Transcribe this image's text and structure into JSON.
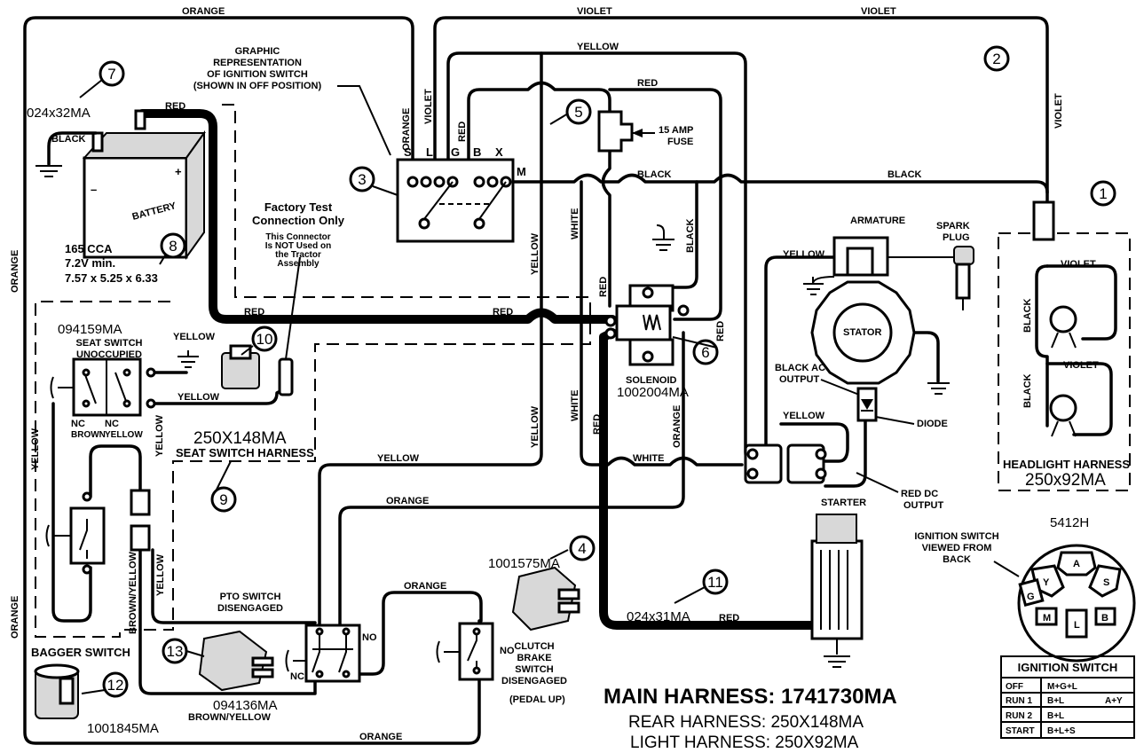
{
  "wires": {
    "orange_top": "ORANGE",
    "violet_top_1": "VIOLET",
    "violet_top_2": "VIOLET",
    "yellow_top": "YELLOW",
    "red_top": "RED",
    "black_mid": "BLACK",
    "black_right": "BLACK",
    "violet_right": "VIOLET",
    "orange_left": "ORANGE",
    "orange_left_low": "ORANGE",
    "red_battery": "RED",
    "red_main_1": "RED",
    "red_main_2": "RED",
    "orange_vert_switch": "ORANGE",
    "violet_vert_switch": "VIOLET",
    "red_vert_switch": "RED",
    "yellow_vert_1": "YELLOW",
    "white_vert_1": "WHITE",
    "red_vert_1": "RED",
    "black_vert_solenoid": "BLACK",
    "yellow_vert_2": "YELLOW",
    "white_vert_2": "WHITE",
    "red_vert_2": "RED",
    "orange_vert_2": "ORANGE",
    "red_vert_3": "RED",
    "white_bottom": "WHITE",
    "yellow_mid": "YELLOW",
    "orange_mid": "ORANGE",
    "orange_low": "ORANGE",
    "orange_bottom": "ORANGE",
    "yellow_seat": "YELLOW",
    "yellow_seat_2": "YELLOW",
    "yellow_left_vert": "YELLOW",
    "yellow_left_vert_2": "YELLOW",
    "brown_yellow_vert": "BROWN/YELLOW",
    "yellow_pto_vert": "YELLOW",
    "brown_yellow_bottom": "BROWN/YELLOW",
    "red_starter": "RED",
    "yellow_armature": "YELLOW",
    "yellow_stator": "YELLOW",
    "violet_headlight_1": "VIOLET",
    "violet_headlight_2": "VIOLET",
    "black_headlight_1": "BLACK",
    "black_headlight_2": "BLACK"
  },
  "callouts": [
    "1",
    "2",
    "3",
    "4",
    "5",
    "6",
    "7",
    "8",
    "9",
    "10",
    "11",
    "12",
    "13"
  ],
  "labels": {
    "graphic_rep": [
      "GRAPHIC",
      "REPRESENTATION",
      "OF IGNITION SWITCH",
      "(SHOWN IN OFF POSITION)"
    ],
    "switch_terms": [
      "S",
      "L",
      "G",
      "B",
      "X"
    ],
    "switch_m": "M",
    "fuse": [
      "15 AMP",
      "FUSE"
    ],
    "battery_pn": "024x32MA",
    "battery_text": "BATTERY",
    "battery_ground": "BLACK",
    "battery_specs": [
      "165 CCA",
      "7.2V min.",
      "7.57 x 5.25 x 6.33"
    ],
    "factory": [
      "Factory Test",
      "Connection Only"
    ],
    "factory_note": [
      "This Connector",
      "Is NOT Used on",
      "the Tractor",
      "Assembly"
    ],
    "seat_pn": "094159MA",
    "seat_switch": [
      "SEAT SWITCH",
      "UNOCCUPIED"
    ],
    "seat_ground": "YELLOW",
    "nc_1": "NC",
    "nc_2": "NC",
    "brown": "BROWN",
    "yellow_slash": "YELLOW",
    "seat_harness_pn": "250X148MA",
    "seat_harness": "SEAT SWITCH HARNESS",
    "solenoid": "SOLENOID",
    "solenoid_pn": "1002004MA",
    "armature": "ARMATURE",
    "spark_plug": [
      "SPARK",
      "PLUG"
    ],
    "stator": "STATOR",
    "black_ac": [
      "BLACK AC",
      "OUTPUT"
    ],
    "diode": "DIODE",
    "red_dc": [
      "RED DC",
      "OUTPUT"
    ],
    "starter": "STARTER",
    "headlight": "HEADLIGHT HARNESS",
    "headlight_pn": "250x92MA",
    "key_pn": "5412H",
    "key_view": [
      "IGNITION SWITCH",
      "VIEWED FROM",
      "BACK"
    ],
    "key_terms": [
      "A",
      "Y",
      "S",
      "G",
      "M",
      "L",
      "B"
    ],
    "clutch_pn": "1001575MA",
    "clutch": [
      "CLUTCH",
      "BRAKE",
      "SWITCH",
      "DISENGAGED"
    ],
    "pedal": "(PEDAL UP)",
    "no_1": "NO",
    "no_2": "NO",
    "nc_pto": "NC",
    "pto": [
      "PTO SWITCH",
      "DISENGAGED"
    ],
    "pto_pn": "094136MA",
    "bagger": "BAGGER  SWITCH",
    "bagger_pn": "1001845MA",
    "starter_cable_pn": "024x31MA",
    "main_harness": "MAIN HARNESS: 1741730MA",
    "rear_harness": "REAR HARNESS: 250X148MA",
    "light_harness": "LIGHT HARNESS: 250X92MA"
  },
  "ignition_table": {
    "title": "IGNITION SWITCH",
    "rows": [
      {
        "pos": "OFF",
        "conn": "M+G+L",
        "extra": ""
      },
      {
        "pos": "RUN 1",
        "conn": "B+L",
        "extra": "A+Y"
      },
      {
        "pos": "RUN 2",
        "conn": "B+L",
        "extra": ""
      },
      {
        "pos": "START",
        "conn": "B+L+S",
        "extra": ""
      }
    ]
  }
}
